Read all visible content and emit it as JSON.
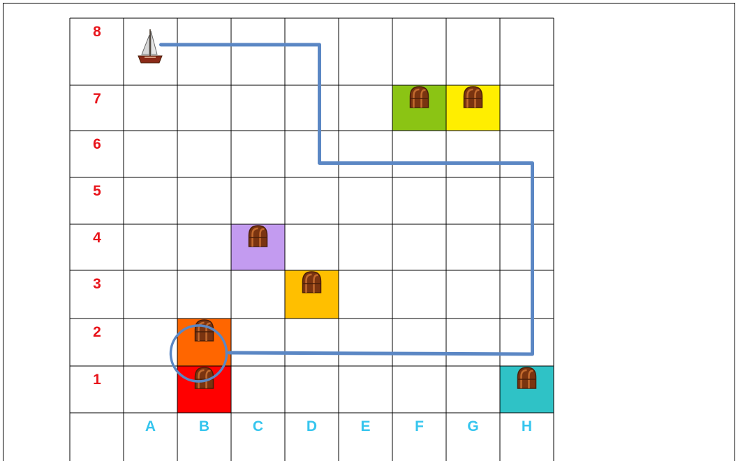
{
  "board": {
    "row_labels": [
      "8",
      "7",
      "6",
      "5",
      "4",
      "3",
      "2",
      "1"
    ],
    "col_labels": [
      "A",
      "B",
      "C",
      "D",
      "E",
      "F",
      "G",
      "H"
    ],
    "row_label_color": "#e8141b",
    "col_label_color": "#35c5ee",
    "grid_color": "#000000"
  },
  "colored_cells": [
    {
      "col": "F",
      "row": "7",
      "color": "#8bc414"
    },
    {
      "col": "G",
      "row": "7",
      "color": "#ffee00"
    },
    {
      "col": "C",
      "row": "4",
      "color": "#c39bf0"
    },
    {
      "col": "D",
      "row": "3",
      "color": "#ffbf00"
    },
    {
      "col": "B",
      "row": "2",
      "color": "#ff6600"
    },
    {
      "col": "B",
      "row": "1",
      "color": "#ff0000"
    },
    {
      "col": "H",
      "row": "1",
      "color": "#2fc2c6"
    }
  ],
  "chests": [
    {
      "col": "F",
      "row": "7",
      "icon": "treasure-chest-icon"
    },
    {
      "col": "G",
      "row": "7",
      "icon": "treasure-chest-icon"
    },
    {
      "col": "C",
      "row": "4",
      "icon": "treasure-chest-icon"
    },
    {
      "col": "D",
      "row": "3",
      "icon": "treasure-chest-icon"
    },
    {
      "col": "B",
      "row": "2",
      "icon": "treasure-chest-icon"
    },
    {
      "col": "B",
      "row": "1",
      "icon": "treasure-chest-icon"
    },
    {
      "col": "H",
      "row": "1",
      "icon": "treasure-chest-icon"
    }
  ],
  "ship": {
    "col": "A",
    "row": "8",
    "icon": "pirate-ship-icon"
  },
  "path": {
    "color": "#5b87c4",
    "waypoints": [
      {
        "col": "A",
        "row": "8"
      },
      {
        "col": "D",
        "row": "8"
      },
      {
        "col": "D",
        "row": "6"
      },
      {
        "col": "H",
        "row": "6"
      },
      {
        "col": "H",
        "row": "2"
      },
      {
        "col": "B",
        "row": "2"
      }
    ]
  },
  "highlight": {
    "col": "B",
    "row": "2",
    "color": "#5b87c4"
  }
}
